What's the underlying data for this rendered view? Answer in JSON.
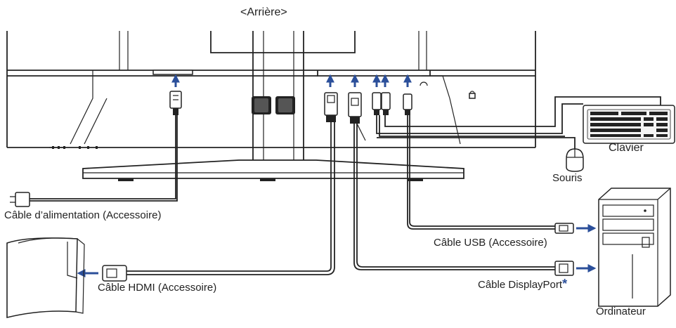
{
  "title": "<Arrière>",
  "labels": {
    "power": "Câble d’alimentation (Accessoire)",
    "hdmi": "Câble HDMI (Accessoire)",
    "usb": "Câble USB (Accessoire)",
    "displayport": "Câble DisplayPort",
    "asterisk": "*",
    "keyboard": "Clavier",
    "mouse": "Souris",
    "computer": "Ordinateur"
  },
  "colors": {
    "arrow": "#2b4f9a",
    "line": "#222222"
  }
}
